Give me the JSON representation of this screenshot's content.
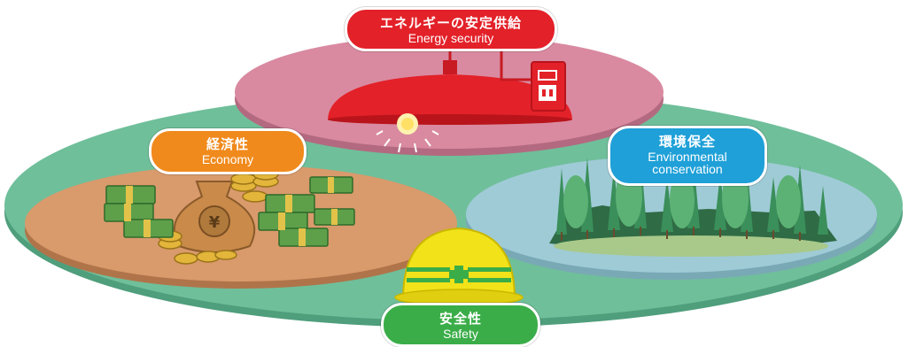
{
  "labels": {
    "energy": {
      "jp": "エネルギーの安定供給",
      "en": "Energy security"
    },
    "economy": {
      "jp": "経済性",
      "en": "Economy"
    },
    "environment": {
      "jp": "環境保全",
      "en_line1": "Environmental",
      "en_line2": "conservation"
    },
    "safety": {
      "jp": "安全性",
      "en": "Safety"
    }
  },
  "colors": {
    "base_disk": "#6fbf9a",
    "energy_disk": "#d98aa0",
    "economy_disk": "#d99a6c",
    "environment_disk": "#9fcbd6",
    "energy_label": "#e32129",
    "economy_label": "#f08a1c",
    "environment_label": "#1fa0d8",
    "safety_label": "#3aad48"
  },
  "icons": [
    "lamp-icon",
    "power-outlet-icon",
    "money-bag-icon",
    "coin-stack-icon",
    "banknote-stack-icon",
    "forest-icon",
    "hard-hat-icon"
  ]
}
